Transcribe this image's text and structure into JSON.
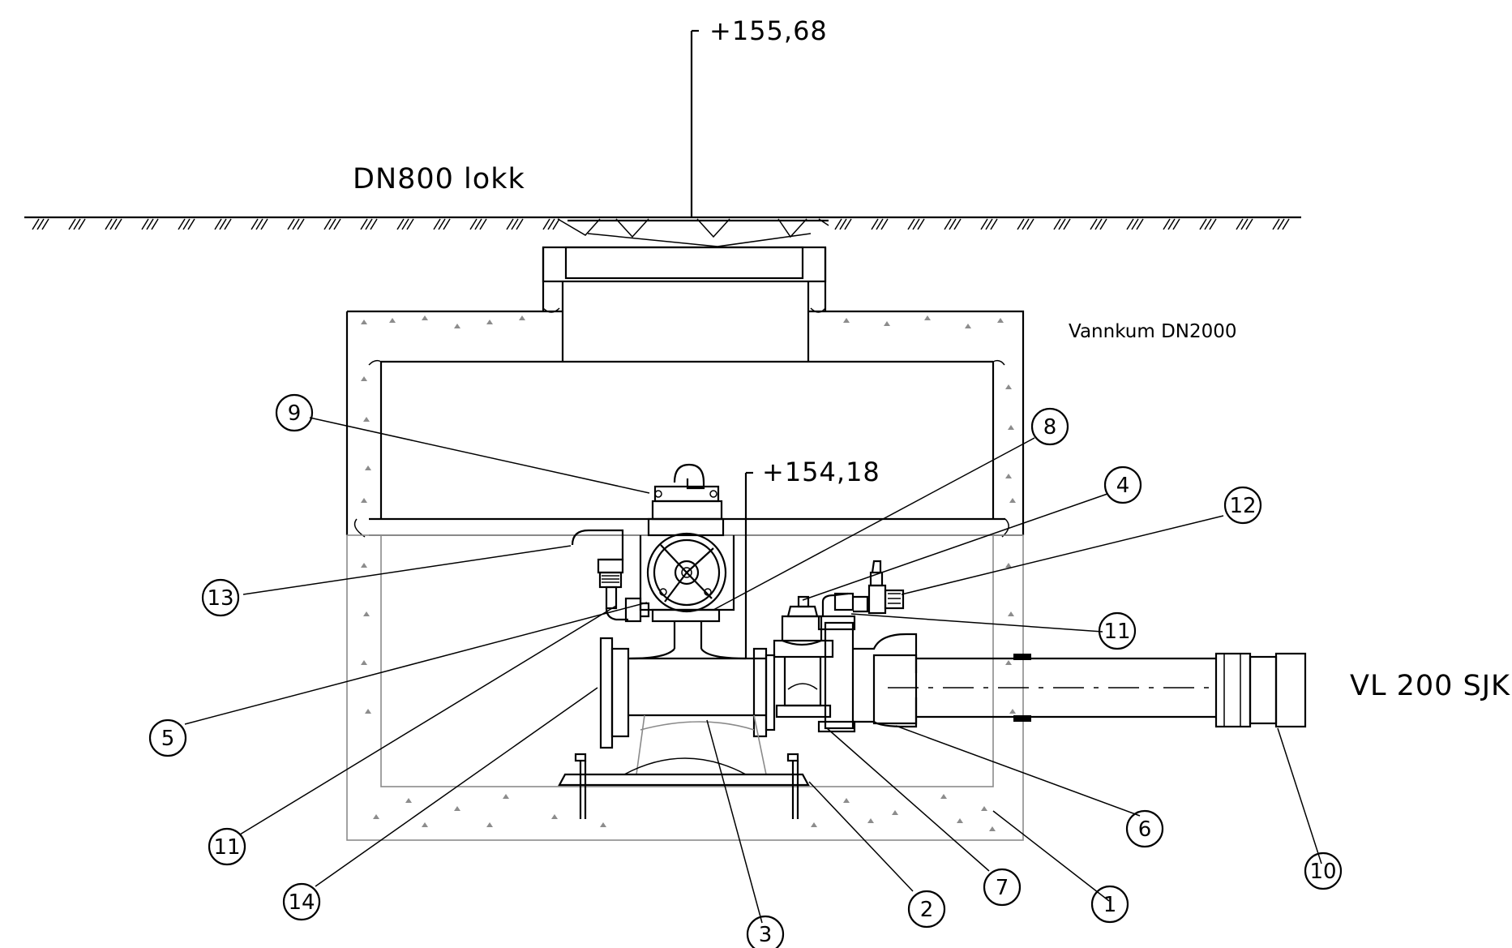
{
  "labels": {
    "top_elevation": "+155,68",
    "lid": "DN800 lokk",
    "chamber": "Vannkum DN2000",
    "mid_elevation": "+154,18",
    "pipe": "VL 200 SJK"
  },
  "callouts": [
    "9",
    "8",
    "4",
    "12",
    "13",
    "11",
    "5",
    "11",
    "14",
    "3",
    "2",
    "7",
    "1",
    "6",
    "10"
  ]
}
